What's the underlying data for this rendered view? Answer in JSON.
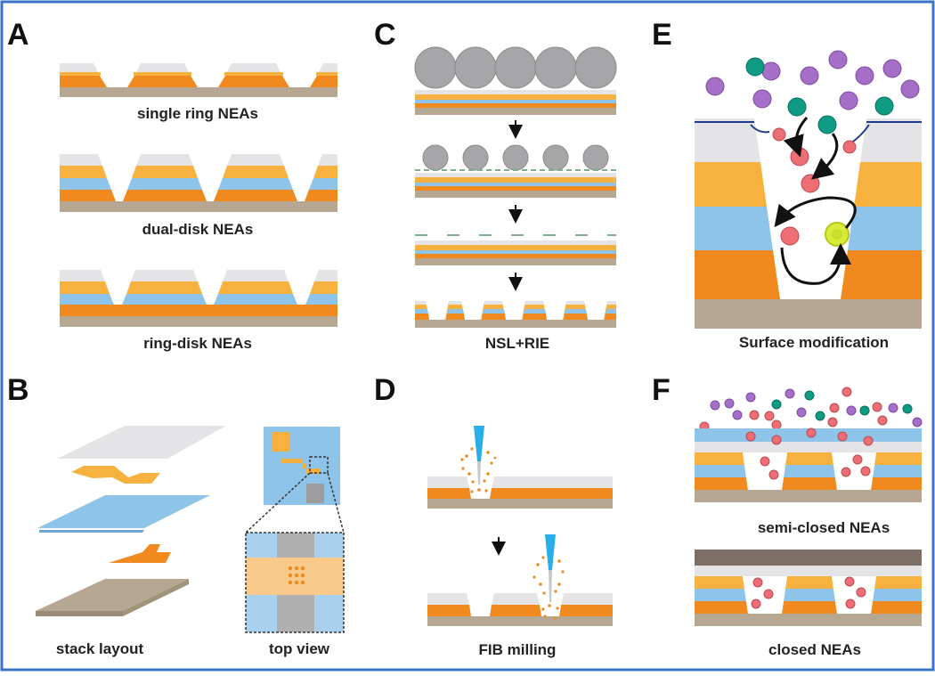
{
  "panels": {
    "A": {
      "letter": "A",
      "captions": [
        "single ring NEAs",
        "dual-disk NEAs",
        "ring-disk NEAs"
      ]
    },
    "B": {
      "letter": "B",
      "captions": [
        "stack layout",
        "top view"
      ]
    },
    "C": {
      "letter": "C",
      "caption": "NSL+RIE"
    },
    "D": {
      "letter": "D",
      "caption": "FIB milling"
    },
    "E": {
      "letter": "E",
      "caption": "Surface modification"
    },
    "F": {
      "letter": "F",
      "captions": [
        "semi-closed NEAs",
        "closed NEAs"
      ]
    }
  },
  "colors": {
    "frame": "#3a74c8",
    "gold": "#f7b13f",
    "orange": "#f08a1e",
    "blue": "#8fc4ea",
    "gray_top": "#e4e4e6",
    "substrate": "#b5a791",
    "sphere": "#a6a6a8",
    "purple": "#a56fc7",
    "teal": "#0f9a84",
    "red": "#ee6e76",
    "yellow": "#d8ea3a",
    "beam": "#29aee8",
    "lid": "#7d6f65"
  }
}
